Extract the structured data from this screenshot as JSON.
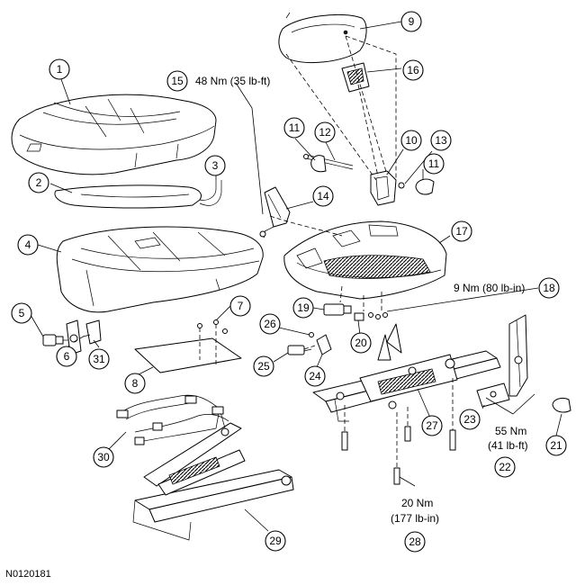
{
  "figure_id": "N0120181",
  "callouts": [
    "1",
    "2",
    "3",
    "4",
    "5",
    "6",
    "7",
    "8",
    "9",
    "10",
    "11",
    "11",
    "12",
    "13",
    "14",
    "15",
    "16",
    "17",
    "18",
    "19",
    "20",
    "21",
    "22",
    "23",
    "24",
    "25",
    "26",
    "27",
    "28",
    "29",
    "30",
    "31"
  ],
  "torques": {
    "t15": "48 Nm (35 lb-ft)",
    "t18": "9 Nm (80 lb-in)",
    "t22_line1": "55 Nm",
    "t22_line2": "(41 lb-ft)",
    "t28_line1": "20 Nm",
    "t28_line2": "(177 lb-in)"
  }
}
